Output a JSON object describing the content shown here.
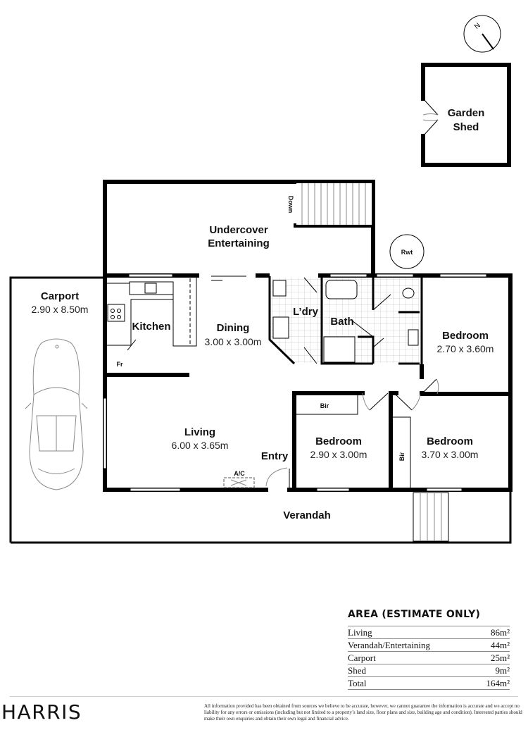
{
  "compass": {
    "label": "N",
    "icon": "north-arrow-icon"
  },
  "rooms": {
    "garden_shed": {
      "name_line1": "Garden",
      "name_line2": "Shed"
    },
    "undercover": {
      "name_line1": "Undercover",
      "name_line2": "Entertaining",
      "stairs_label": "Down"
    },
    "rwt": {
      "label": "Rwt"
    },
    "carport": {
      "name": "Carport",
      "dims": "2.90 x 8.50m"
    },
    "kitchen": {
      "name": "Kitchen",
      "fridge_label": "Fr"
    },
    "dining": {
      "name": "Dining",
      "dims": "3.00 x 3.00m"
    },
    "laundry": {
      "name": "L’dry"
    },
    "bath": {
      "name": "Bath"
    },
    "bedroom1": {
      "name": "Bedroom",
      "dims": "2.70 x 3.60m"
    },
    "living": {
      "name": "Living",
      "dims": "6.00 x 3.65m",
      "ac_label": "A/C"
    },
    "entry": {
      "name": "Entry"
    },
    "bedroom2": {
      "name": "Bedroom",
      "dims": "2.90 x 3.00m",
      "bir_label": "Bir"
    },
    "bedroom3": {
      "name": "Bedroom",
      "dims": "3.70 x 3.00m",
      "bir_label": "Bir"
    },
    "verandah": {
      "name": "Verandah"
    }
  },
  "area": {
    "title": "AREA (ESTIMATE ONLY)",
    "rows": [
      {
        "label": "Living",
        "value": "86m²"
      },
      {
        "label": "Verandah/Entertaining",
        "value": "44m²"
      },
      {
        "label": "Carport",
        "value": "25m²"
      },
      {
        "label": "Shed",
        "value": "9m²"
      },
      {
        "label": "Total",
        "value": "164m²"
      }
    ]
  },
  "footer": {
    "brand": "HARRIS",
    "disclaimer": "All information provided has been obtained from sources we believe to be accurate, however, we cannot guarantee the information is accurate and we accept no liability for any errors or omissions (including but not limited to a property’s land size, floor plans and size, building age and condition). Interested parties should make their own enquiries and obtain their own legal and financial advice."
  }
}
